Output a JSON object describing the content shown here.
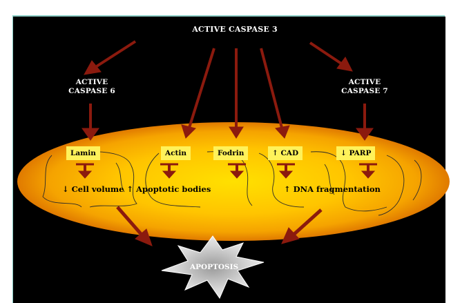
{
  "diagram": {
    "top_node": "ACTIVE CASPASE 3",
    "left_node": [
      "ACTIVE",
      "CASPASE 6"
    ],
    "right_node": [
      "ACTIVE",
      "CASPASE 7"
    ],
    "substrates": [
      "Lamin",
      "Actin",
      "Fodrin",
      "↑ CAD",
      "↓ PARP"
    ],
    "effects": {
      "left": "↓ Cell volume ↑ Apoptotic bodies",
      "right": "↑ DNA fragmentation"
    },
    "outcome": "APOPTOSIS",
    "colors": {
      "background": "#000000",
      "arrow": "#8b1a0e",
      "ellipse_center": "#ffc400",
      "ellipse_edge": "#e07a00",
      "label_box": "#fff25a",
      "starburst": "#e6e6e6"
    }
  }
}
